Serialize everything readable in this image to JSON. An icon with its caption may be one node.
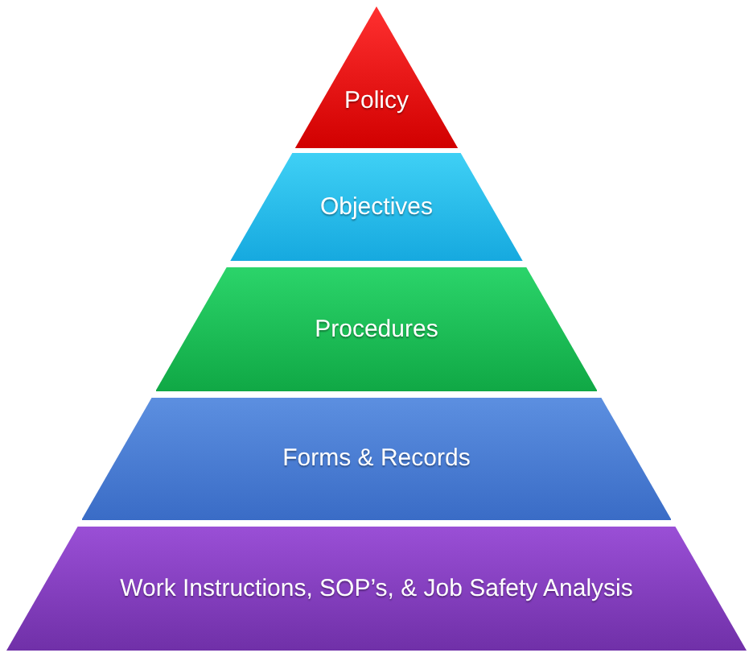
{
  "diagram": {
    "nodes": [
      {
        "text": [
          "Policy"
        ]
      },
      {
        "text": [
          "Objectives"
        ]
      },
      {
        "text": [
          "Procedures"
        ]
      },
      {
        "text": [
          "Forms & Records"
        ]
      },
      {
        "text": [
          "Work Instructions, SOP’s, & Job Safety Analysis"
        ]
      }
    ]
  }
}
